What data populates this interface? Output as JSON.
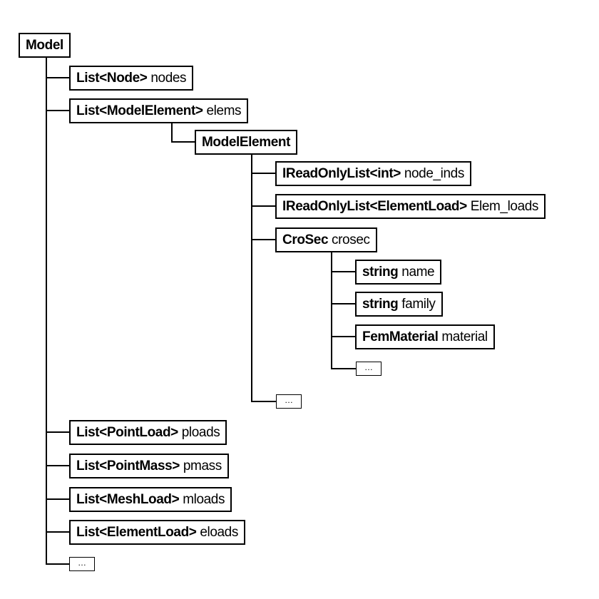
{
  "root": {
    "type": "Model"
  },
  "model_children": [
    {
      "type": "List<Node>",
      "field": "nodes"
    },
    {
      "type": "List<ModelElement>",
      "field": "elems"
    },
    {
      "type": "List<PointLoad>",
      "field": "ploads"
    },
    {
      "type": "List<PointMass>",
      "field": "pmass"
    },
    {
      "type": "List<MeshLoad>",
      "field": "mloads"
    },
    {
      "type": "List<ElementLoad>",
      "field": "eloads"
    }
  ],
  "model_element": {
    "type": "ModelElement"
  },
  "model_element_children": [
    {
      "type": "IReadOnlyList<int>",
      "field": "node_inds"
    },
    {
      "type": "IReadOnlyList<ElementLoad>",
      "field": "Elem_loads"
    },
    {
      "type": "CroSec",
      "field": "crosec"
    }
  ],
  "crosec_children": [
    {
      "type": "string",
      "field": "name"
    },
    {
      "type": "string",
      "field": "family"
    },
    {
      "type": "FemMaterial",
      "field": "material"
    }
  ],
  "ellipsis_label": "…"
}
